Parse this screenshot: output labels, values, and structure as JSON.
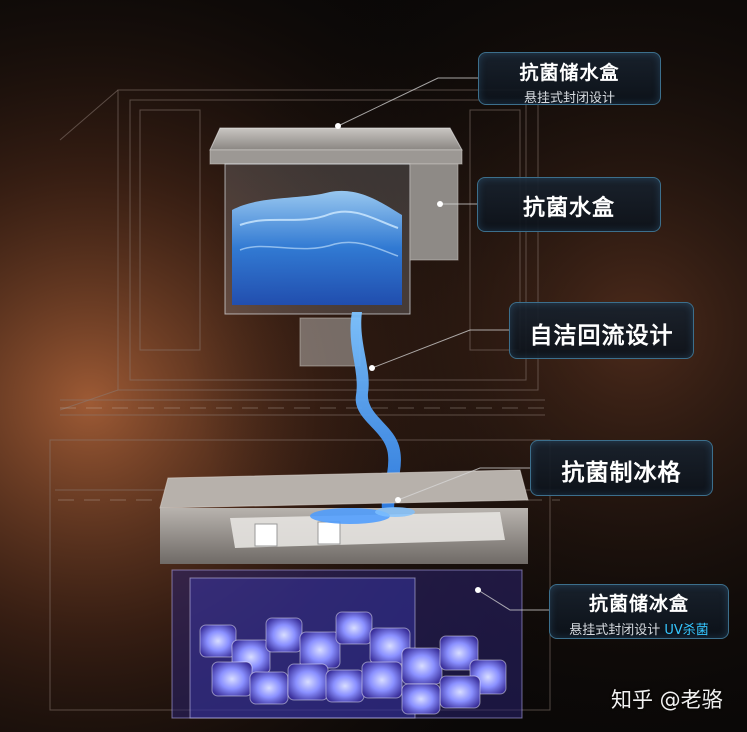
{
  "labels": [
    {
      "title": "抗菌储水盒",
      "subtitle": "悬挂式封闭设计"
    },
    {
      "title": "抗菌水盒"
    },
    {
      "title": "自洁回流设计"
    },
    {
      "title": "抗菌制冰格"
    },
    {
      "title": "抗菌储冰盒",
      "subtitle": "悬挂式封闭设计",
      "subtitle_accent": "UV杀菌"
    }
  ],
  "watermark": "知乎 @老骆",
  "colors": {
    "background": "#0a0807",
    "warm_glow": "#c06a3a",
    "water_blue": "#3a8ee8",
    "ice_violet": "#8a7cff",
    "label_border": "#3c6f8c",
    "accent": "#35c6ff"
  }
}
